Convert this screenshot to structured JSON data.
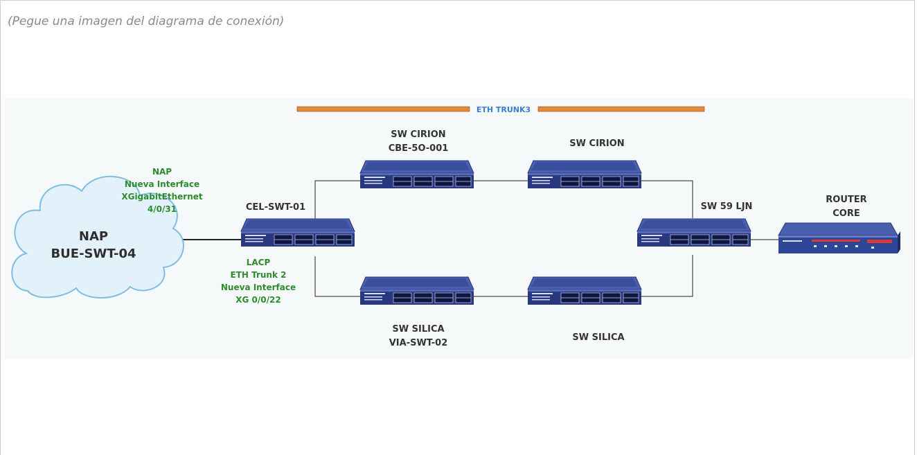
{
  "instruction": "(Pegue una imagen del diagrama de conexión)",
  "trunk_label": "ETH TRUNK3",
  "cloud": {
    "line1": "NAP",
    "line2": "BUE-SWT-04"
  },
  "nap_annotation": [
    "NAP",
    "Nueva Interface",
    "XGigabitEthernet",
    "4/0/31"
  ],
  "lacp_annotation": [
    "LACP",
    "ETH Trunk 2",
    "Nueva Interface",
    "XG 0/0/22"
  ],
  "devices": {
    "cel": {
      "label1": "CEL-SWT-01"
    },
    "cirion1": {
      "label1": "SW CIRION",
      "label2": "CBE-5O-001"
    },
    "cirion2": {
      "label1": "SW CIRION"
    },
    "silica1": {
      "label1": "SW SILICA",
      "label2": "VIA-SWT-02"
    },
    "silica2": {
      "label1": "SW SILICA"
    },
    "sw59": {
      "label1": "SW 59 LJN"
    },
    "router": {
      "label1": "ROUTER",
      "label2": "CORE"
    }
  },
  "colors": {
    "trunk_bar": "#e08a3a",
    "switch_top": "#3a4f9c",
    "switch_front": "#27357a",
    "router_body": "#2f4596",
    "link": "#222222",
    "annotation": "#2e8b2e"
  }
}
